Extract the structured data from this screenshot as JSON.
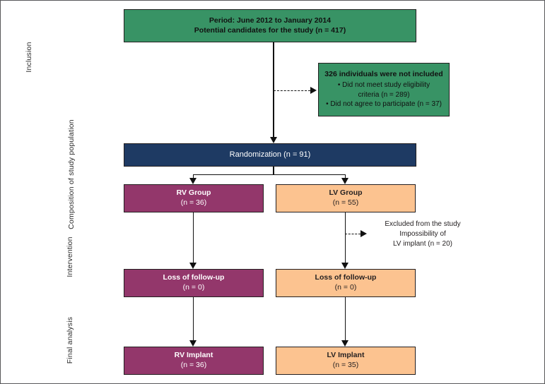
{
  "figure": {
    "type": "study-flow-diagram",
    "colors": {
      "green": "#389365",
      "navy": "#1e3a63",
      "plum": "#93376b",
      "peach": "#fcc390",
      "frame": "#58585a",
      "stroke": "#231f20"
    }
  },
  "stage_labels": [
    {
      "id": "inclusion",
      "text": "Inclusion"
    },
    {
      "id": "composition",
      "text": "Composition of study population"
    },
    {
      "id": "intervention",
      "text": "Intervention"
    },
    {
      "id": "final-analysis",
      "text": "Final analysis"
    }
  ],
  "nodes": {
    "period": {
      "line1": "Period: June 2012 to January 2014",
      "line2": "Potential candidates for the study (n = 417)"
    },
    "excluded": {
      "title": "326 individuals were not included",
      "items": [
        "• Did not meet study eligibility",
        "criteria (n = 289)",
        "• Did not agree to participate (n = 37)"
      ]
    },
    "randomization": {
      "line1": "Randomization (n = 91)"
    },
    "rv_group": {
      "line1": "RV Group",
      "line2": "(n = 36)"
    },
    "lv_group": {
      "line1": "LV Group",
      "line2": "(n = 55)"
    },
    "lv_excluded_note": {
      "line1": "Excluded from the study",
      "line2": "Impossibility of",
      "line3": "LV implant (n = 20)"
    },
    "rv_loss": {
      "line1": "Loss of follow-up",
      "line2": "(n = 0)"
    },
    "lv_loss": {
      "line1": "Loss of follow-up",
      "line2": "(n = 0)"
    },
    "rv_implant": {
      "line1": "RV Implant",
      "line2": "(n = 36)"
    },
    "lv_implant": {
      "line1": "LV Implant",
      "line2": "(n = 35)"
    }
  }
}
